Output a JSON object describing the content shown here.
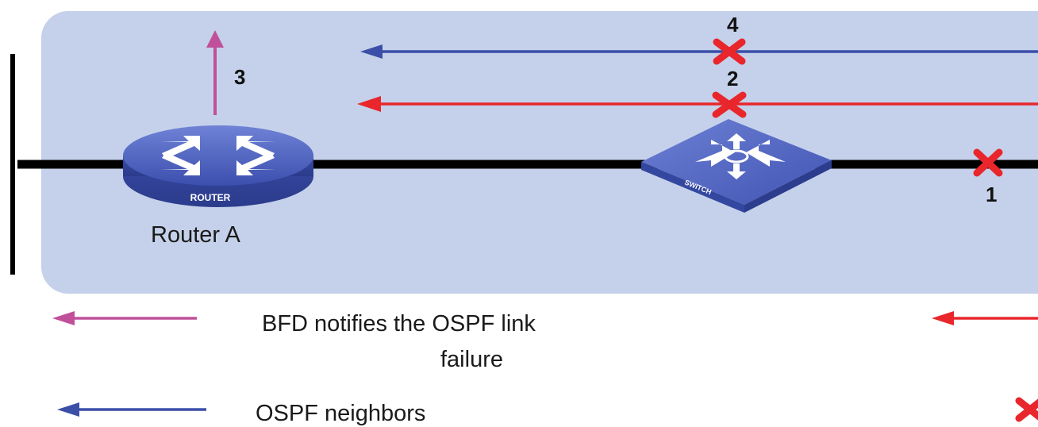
{
  "labels": {
    "router_a": "Router A",
    "step_1": "1",
    "step_2": "2",
    "step_3": "3",
    "step_4": "4"
  },
  "legend": {
    "bfd_line1": "BFD notifies the OSPF link",
    "bfd_line2": "failure",
    "ospf": "OSPF  neighbors"
  },
  "device_text": {
    "router": "ROUTER",
    "switch": "SWITCH"
  },
  "colors": {
    "panel": "#c5d1ea",
    "bfd_arrow": "#c0509a",
    "ospf_arrow": "#3b4fa8",
    "fault_arrow": "#e8262b",
    "failure_mark": "#e8262b",
    "device": "#4659b8",
    "link": "#000000"
  },
  "icons": [
    "router-icon",
    "switch-icon",
    "failure-x-icon"
  ]
}
